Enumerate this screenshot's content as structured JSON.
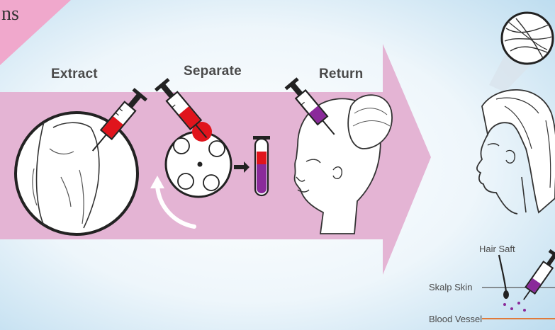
{
  "corner_text": "ns",
  "steps": [
    {
      "label": "Extract"
    },
    {
      "label": "Separate"
    },
    {
      "label": "Return"
    }
  ],
  "scalp_legend": {
    "hair_shaft": "Hair Saft",
    "scalp_skin": "Skalp Skin",
    "blood_vessel": "Blood Vessel"
  },
  "colors": {
    "process_arrow": "#e4b4d4",
    "corner_banner": "#f0a8cc",
    "background": "#dfeef7",
    "blood": "#e0141c",
    "plasma_tube_purple": "#8a2a9a",
    "vessel_line": "#e07a3a"
  }
}
